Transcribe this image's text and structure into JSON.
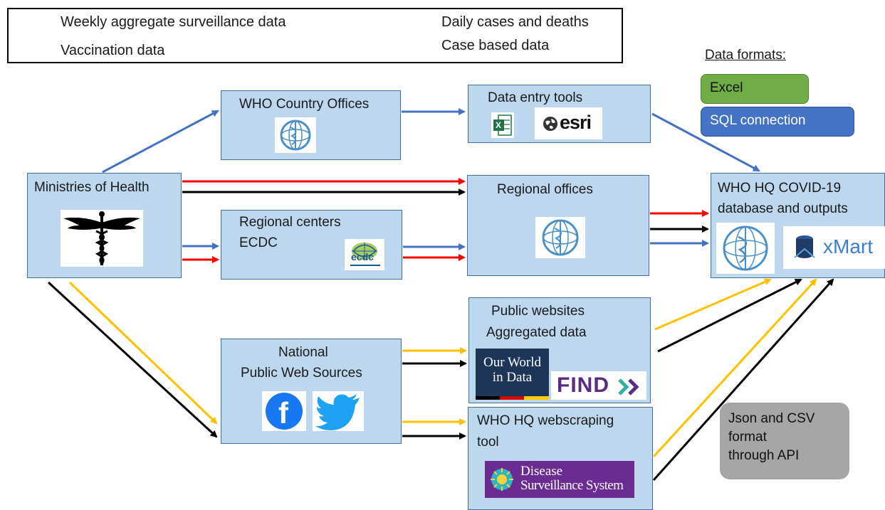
{
  "legend": {
    "weekly": "Weekly aggregate surveillance data",
    "vaccination": "Vaccination data",
    "daily": "Daily cases and deaths",
    "case_based": "Case based data"
  },
  "colors": {
    "weekly": "#4472c4",
    "vaccination": "#ffc000",
    "daily": "#000000",
    "case_based": "#ff0000",
    "box_fill": "#bdd7ee",
    "box_border": "#41719c",
    "excel": "#70ad47",
    "sql": "#4472c4",
    "note": "#a6a6a6"
  },
  "formats": {
    "title": "Data formats:",
    "excel": "Excel",
    "sql": "SQL connection"
  },
  "nodes": {
    "ministries": "Ministries of Health",
    "country_offices": "WHO Country Offices",
    "data_entry": "Data entry tools",
    "regional_centers_1": "Regional centers",
    "regional_centers_2": "ECDC",
    "regional_offices": "Regional offices",
    "hq_1": "WHO HQ COVID-19",
    "hq_2": "database and outputs",
    "public_websites_1": "Public websites",
    "public_websites_2": "Aggregated data",
    "national_1": "National",
    "national_2": "Public Web Sources",
    "webscraping_1": "WHO HQ webscraping",
    "webscraping_2": "tool"
  },
  "logos": {
    "esri": "esri",
    "ecdc": "ecdc",
    "xmart": "xMart",
    "owid": "Our World in Data",
    "find": "FIND",
    "dss_1": "Disease",
    "dss_2": "Surveillance System",
    "excel_glyph": "X",
    "facebook_glyph": "f"
  },
  "note": "Json and CSV\nformat\nthrough API",
  "icons": [
    "who-emblem-icon",
    "caduceus-icon",
    "excel-icon",
    "esri-globe-icon",
    "ecdc-logo-icon",
    "xmart-icon",
    "facebook-icon",
    "twitter-icon",
    "dss-virus-icon"
  ]
}
